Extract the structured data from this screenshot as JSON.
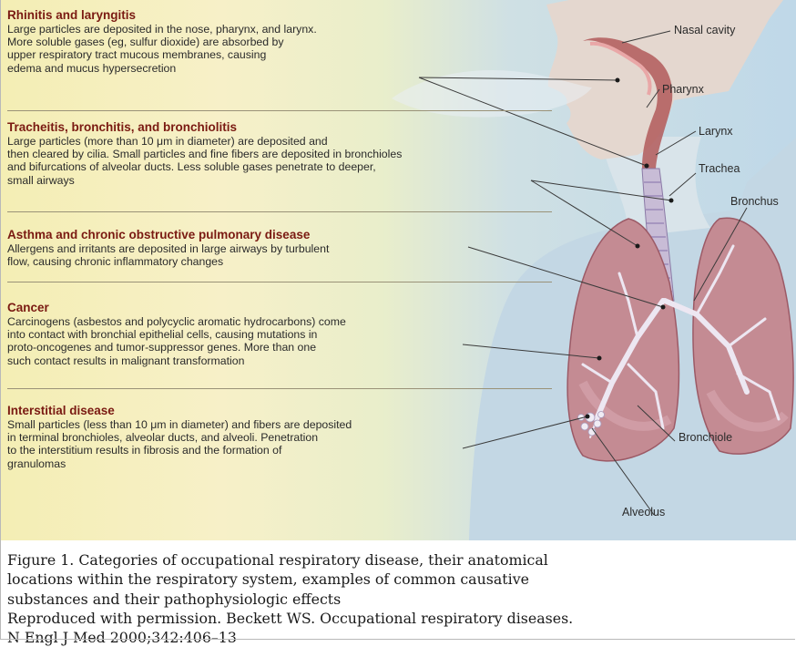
{
  "boxes": [
    {
      "title": "Rhinitis and laryngitis",
      "lines": [
        "Large particles are deposited in the nose, pharynx, and larynx.",
        "More soluble gases (eg, sulfur dioxide) are absorbed by",
        "upper respiratory tract mucous membranes, causing",
        "edema and mucus hypersecretion"
      ]
    },
    {
      "title": "Tracheitis, bronchitis, and bronchiolitis",
      "lines": [
        "Large particles (more than 10 μm in diameter) are deposited and",
        "then cleared by cilia. Small particles and fine fibers are deposited in bronchioles",
        "and bifurcations of alveolar ducts. Less soluble gases penetrate to deeper,",
        "small airways"
      ]
    },
    {
      "title": "Asthma and chronic obstructive pulmonary disease",
      "lines": [
        "Allergens and irritants are deposited in large airways by turbulent",
        "flow, causing chronic inflammatory changes"
      ]
    },
    {
      "title": "Cancer",
      "lines": [
        "Carcinogens (asbestos and polycyclic aromatic hydrocarbons) come",
        "into contact with bronchial epithelial cells, causing mutations in",
        "proto-oncogenes and tumor-suppressor genes. More than one",
        "such contact results in malignant transformation"
      ]
    },
    {
      "title": "Interstitial disease",
      "lines": [
        "Small particles (less than 10 μm in diameter) and fibers are deposited",
        "in terminal bronchioles, alveolar ducts, and alveoli. Penetration",
        "to the interstitium results in fibrosis and the formation of",
        "granulomas"
      ]
    }
  ],
  "labels": {
    "nasal_cavity": "Nasal cavity",
    "pharynx": "Pharynx",
    "larynx": "Larynx",
    "trachea": "Trachea",
    "bronchus": "Bronchus",
    "bronchiole": "Bronchiole",
    "alveolus": "Alveolus"
  },
  "caption": {
    "line1": "Figure 1. Categories of occupational respiratory disease, their anatomical",
    "line2": "locations within the respiratory system, examples of common causative",
    "line3": "substances and their pathophysiologic effects",
    "line4": "Reproduced with permission. Beckett WS. Occupational respiratory diseases.",
    "line5": "N Engl J Med 2000;342:406–13"
  }
}
